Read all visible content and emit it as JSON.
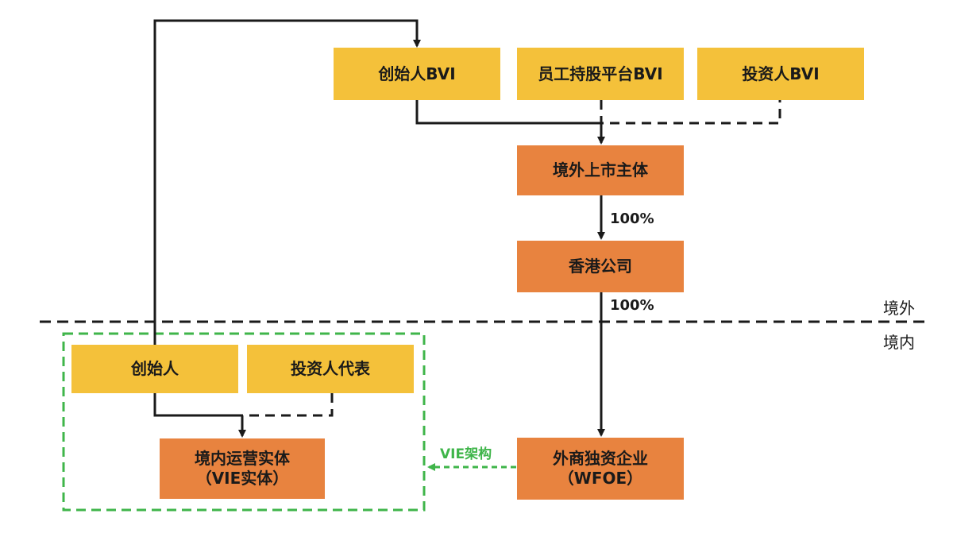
{
  "boxes": {
    "founder_bvi": "创始人BVI",
    "esop_bvi": "员工持股平台BVI",
    "investor_bvi": "投资人BVI",
    "listing_entity": "境外上市主体",
    "hk_company": "香港公司",
    "founder": "创始人",
    "investor_rep": "投资人代表",
    "domestic_entity": {
      "line1": "境内运营实体",
      "line2": "（VIE实体）"
    },
    "wfoe": {
      "line1": "外商独资企业",
      "line2": "（WFOE）"
    }
  },
  "labels": {
    "pct_listing_to_hk": "100%",
    "pct_hk_to_wfoe": "100%",
    "offshore": "境外",
    "onshore": "境内",
    "vie_structure": "VIE架构"
  },
  "colors": {
    "yellow_box": "#f4c13a",
    "orange_box": "#e8833f",
    "vie_green": "#3fb54a",
    "line": "#1a1a1a"
  }
}
